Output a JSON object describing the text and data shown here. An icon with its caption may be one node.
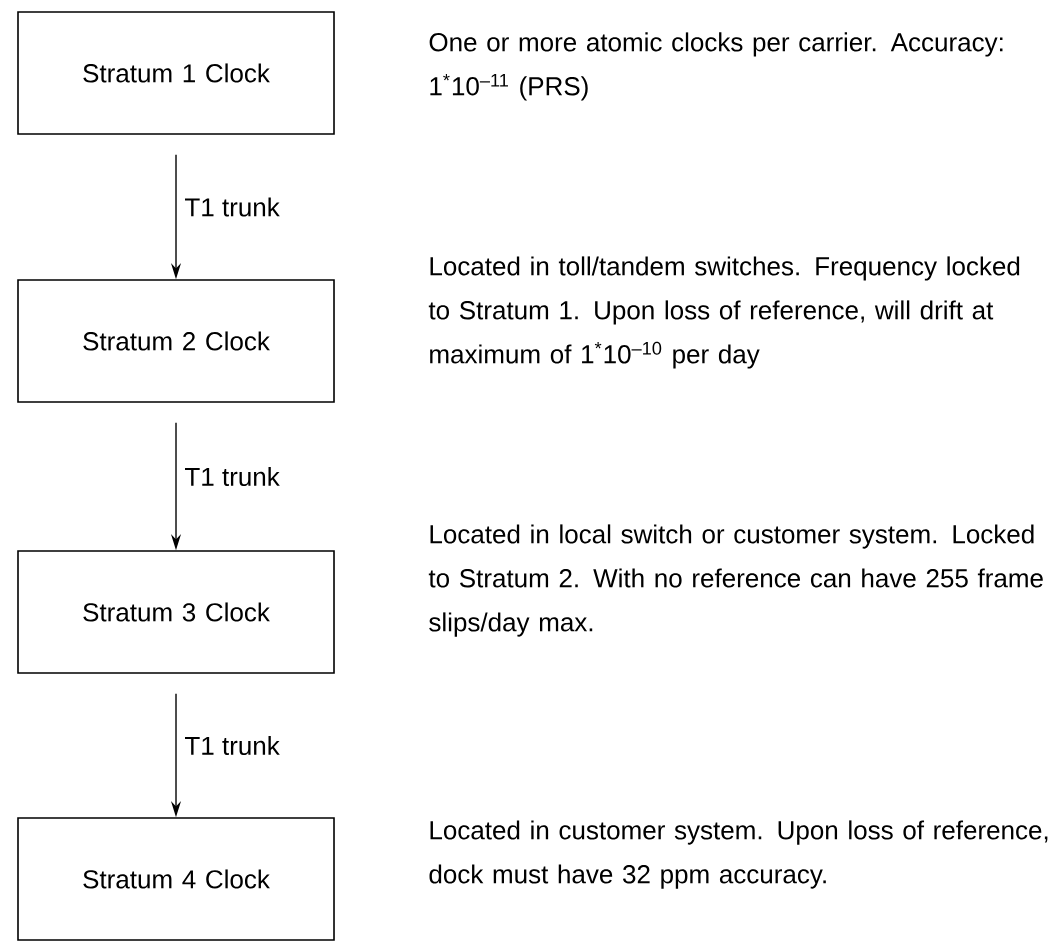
{
  "diagram": {
    "nodes": [
      {
        "text": [
          "Stratum 1 Clock"
        ],
        "beside": [
          "One or more atomic clocks per carrier. Accuracy: 1$^{*}$10$^{–11}$ (PRS)"
        ]
      },
      {
        "text": [
          "Stratum 2 Clock"
        ],
        "beside": [
          "Located in toll/tandem switches. Frequency locked to Stratum 1. Upon loss of reference, will drift at maximum of 1$^{*}$10$^{–10}$ per day"
        ]
      },
      {
        "text": [
          "Stratum 3 Clock"
        ],
        "beside": [
          "Located in local switch or customer system. Locked to Stratum 2. With no reference can have 255 frame slips/day max."
        ]
      },
      {
        "text": [
          "Stratum 4 Clock"
        ],
        "beside": [
          "Located in customer system. Upon loss of reference, dock must have 32 ppm accuracy."
        ]
      }
    ],
    "edges": [
      {
        "from": 0,
        "to": 1,
        "arrow": "to",
        "label": "T1 trunk"
      },
      {
        "from": 1,
        "to": 2,
        "arrow": "to",
        "label": "T1 trunk"
      },
      {
        "from": 2,
        "to": 3,
        "arrow": "to",
        "label": "T1 trunk"
      }
    ]
  }
}
